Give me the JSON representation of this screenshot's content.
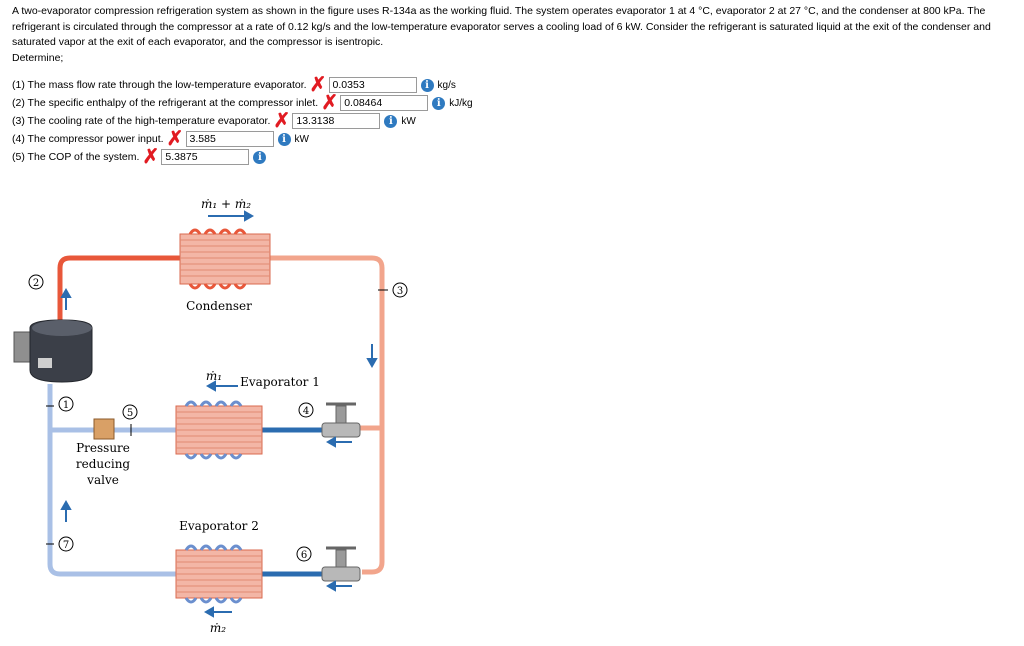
{
  "problem": {
    "line1": "A two-evaporator compression refrigeration system as shown in the figure uses R-134a as the working fluid. The system operates evaporator 1 at 4 °C, evaporator 2 at 27 °C, and the condenser at 800 kPa. The",
    "line2": "refrigerant is circulated through the compressor at a rate of 0.12 kg/s and the low-temperature evaporator serves a cooling load of 6 kW. Consider the refrigerant is saturated liquid at the exit of the condenser and",
    "line3": "saturated vapor at the exit of each evaporator, and the compressor is isentropic.",
    "determine": "Determine;"
  },
  "questions": [
    {
      "label": "(1) The mass flow rate through the low-temperature evaporator.",
      "value": "0.0353",
      "unit": "kg/s"
    },
    {
      "label": "(2) The specific enthalpy of the refrigerant at the compressor inlet.",
      "value": "0.08464",
      "unit": "kJ/kg"
    },
    {
      "label": "(3) The cooling rate of the high-temperature evaporator.",
      "value": "13.3138",
      "unit": "kW"
    },
    {
      "label": "(4) The compressor power input.",
      "value": "3.585",
      "unit": "kW"
    },
    {
      "label": "(5) The COP of the system.",
      "value": "5.3875",
      "unit": ""
    }
  ],
  "figure": {
    "flow_top": "ṁ₁ + ṁ₂",
    "flow_evap1": "ṁ₁",
    "flow_bottom": "ṁ₂",
    "condenser": "Condenser",
    "evaporator1": "Evaporator 1",
    "evaporator2": "Evaporator 2",
    "valve_line1": "Pressure",
    "valve_line2": "reducing",
    "valve_line3": "valve",
    "s1": "1",
    "s2": "2",
    "s3": "3",
    "s4": "4",
    "s5": "5",
    "s6": "6",
    "s7": "7",
    "colors": {
      "hot": "#e8573a",
      "warm": "#f2a58c",
      "cold": "#6b8fce",
      "pale": "#a9c0e6",
      "arrow": "#2b6cb0"
    }
  }
}
